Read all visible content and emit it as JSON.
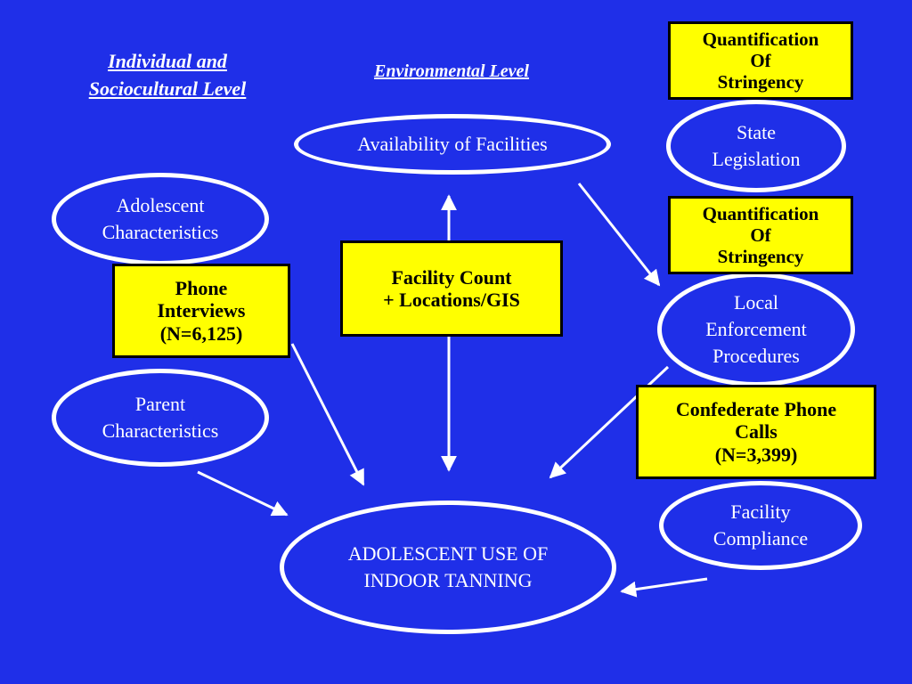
{
  "headings": {
    "individual": "Individual and\nSociocultural Level",
    "environmental": "Environmental Level"
  },
  "ellipses": {
    "availability": "Availability of Facilities",
    "adolescent": "Adolescent\nCharacteristics",
    "parent": "Parent\nCharacteristics",
    "state_legislation": "State\nLegislation",
    "local_enforcement": "Local\nEnforcement\nProcedures",
    "facility_compliance": "Facility\nCompliance",
    "outcome": "ADOLESCENT USE OF\nINDOOR TANNING"
  },
  "boxes": {
    "quant_state": "Quantification\nOf\nStringency",
    "quant_local": "Quantification\nOf\nStringency",
    "phone_interviews": "Phone\nInterviews\n(N=6,125)",
    "facility_count": "Facility Count\n+ Locations/GIS",
    "confederate_calls": "Confederate Phone\nCalls\n(N=3,399)"
  },
  "colors": {
    "background": "#1f2fe8",
    "box_fill": "#ffff00",
    "line": "#ffffff"
  }
}
